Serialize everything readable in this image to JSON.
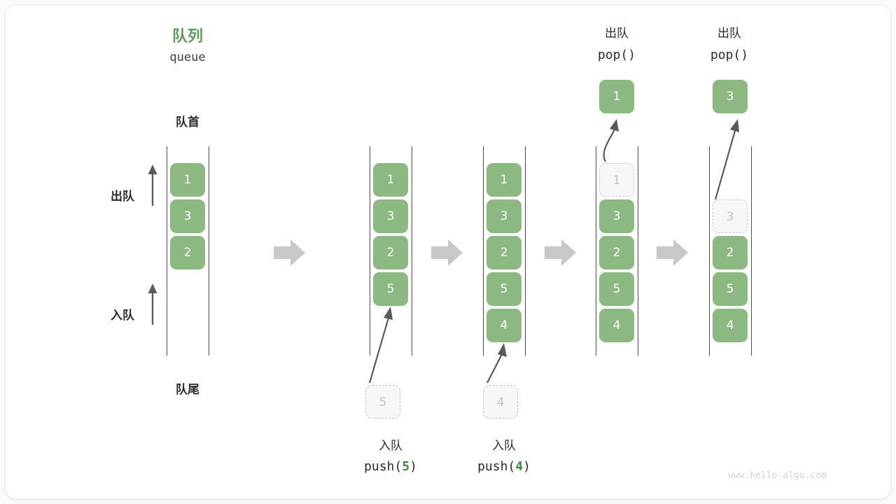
{
  "diagram": {
    "title_cn": "队列",
    "title_en": "queue",
    "front_label": "队首",
    "rear_label": "队尾",
    "dequeue_axis_label": "出队",
    "enqueue_axis_label": "入队",
    "watermark": "www.hello-algo.com",
    "colors": {
      "accent_green": "#5c9d5c",
      "cell_green": "#8cb882",
      "ghost_fill": "#f7f7f7",
      "ghost_border": "#c9c9c9",
      "rail": "#4a4a4a",
      "step_arrow": "#c8c8c8",
      "motion_arrow": "#5a5a5a",
      "text": "#2b2b2b",
      "watermark": "#d2d2d2"
    }
  },
  "steps": [
    {
      "id": "initial",
      "op_cn": "",
      "op_code_prefix": "",
      "op_code_arg": "",
      "op_code_suffix": "",
      "cells": [
        {
          "value": "1",
          "state": "filled"
        },
        {
          "value": "3",
          "state": "filled"
        },
        {
          "value": "2",
          "state": "filled"
        }
      ],
      "ghost_below": null,
      "popped": null,
      "popped_label_cn": "",
      "popped_label_code": ""
    },
    {
      "id": "push-5",
      "op_cn": "入队",
      "op_code_prefix": "push(",
      "op_code_arg": "5",
      "op_code_suffix": ")",
      "cells": [
        {
          "value": "1",
          "state": "filled"
        },
        {
          "value": "3",
          "state": "filled"
        },
        {
          "value": "2",
          "state": "filled"
        },
        {
          "value": "5",
          "state": "filled"
        }
      ],
      "ghost_below": "5",
      "popped": null,
      "popped_label_cn": "",
      "popped_label_code": ""
    },
    {
      "id": "push-4",
      "op_cn": "入队",
      "op_code_prefix": "push(",
      "op_code_arg": "4",
      "op_code_suffix": ")",
      "cells": [
        {
          "value": "1",
          "state": "filled"
        },
        {
          "value": "3",
          "state": "filled"
        },
        {
          "value": "2",
          "state": "filled"
        },
        {
          "value": "5",
          "state": "filled"
        },
        {
          "value": "4",
          "state": "filled"
        }
      ],
      "ghost_below": "4",
      "popped": null,
      "popped_label_cn": "",
      "popped_label_code": ""
    },
    {
      "id": "pop-1",
      "op_cn": "",
      "op_code_prefix": "",
      "op_code_arg": "",
      "op_code_suffix": "",
      "cells": [
        {
          "value": "1",
          "state": "ghost"
        },
        {
          "value": "3",
          "state": "filled"
        },
        {
          "value": "2",
          "state": "filled"
        },
        {
          "value": "5",
          "state": "filled"
        },
        {
          "value": "4",
          "state": "filled"
        }
      ],
      "ghost_below": null,
      "popped": "1",
      "popped_label_cn": "出队",
      "popped_label_code": "pop()"
    },
    {
      "id": "pop-3",
      "op_cn": "",
      "op_code_prefix": "",
      "op_code_arg": "",
      "op_code_suffix": "",
      "cells": [
        {
          "value": "",
          "state": "empty"
        },
        {
          "value": "3",
          "state": "ghost"
        },
        {
          "value": "2",
          "state": "filled"
        },
        {
          "value": "5",
          "state": "filled"
        },
        {
          "value": "4",
          "state": "filled"
        }
      ],
      "ghost_below": null,
      "popped": "3",
      "popped_label_cn": "出队",
      "popped_label_code": "pop()"
    }
  ]
}
